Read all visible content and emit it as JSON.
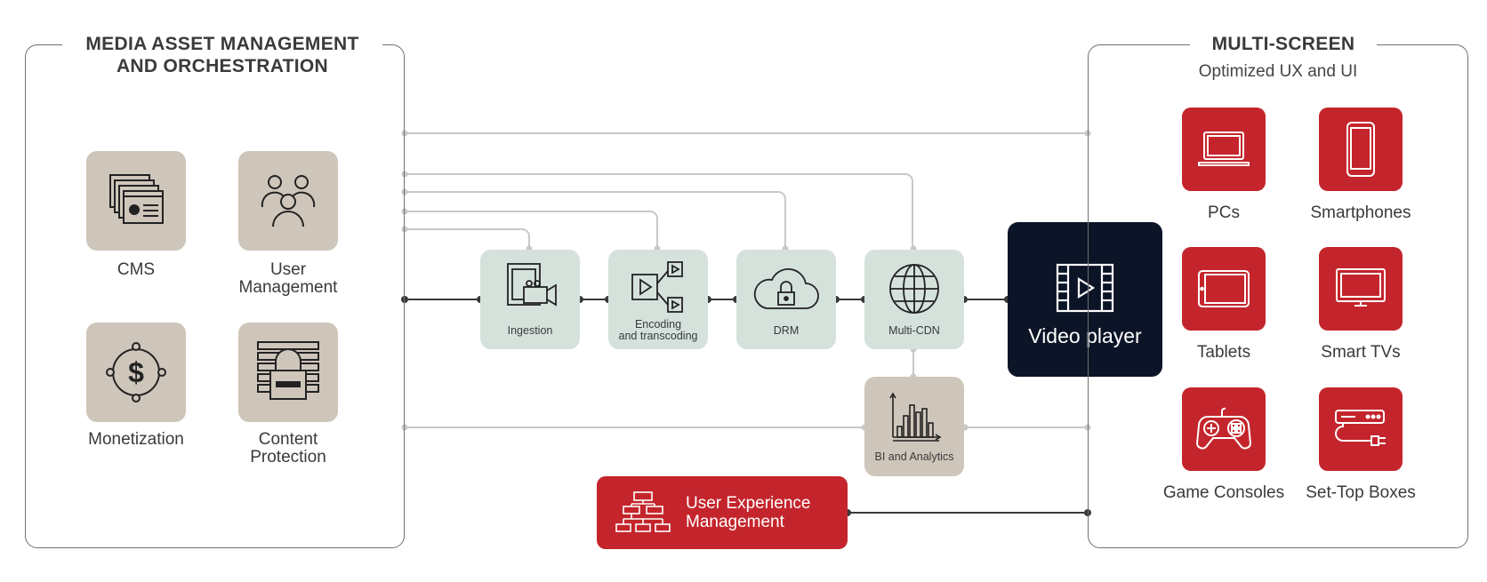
{
  "left_panel": {
    "title_line1": "MEDIA ASSET MANAGEMENT",
    "title_line2": "AND ORCHESTRATION",
    "tiles": [
      {
        "label": "CMS",
        "icon": "cms-windows-gear-icon"
      },
      {
        "label_line1": "User",
        "label_line2": "Management",
        "icon": "user-group-icon"
      },
      {
        "label": "Monetization",
        "icon": "dollar-circle-icon"
      },
      {
        "label_line1": "Content",
        "label_line2": "Protection",
        "icon": "padlock-wall-icon"
      }
    ]
  },
  "pipeline": [
    {
      "label": "Ingestion",
      "icon": "ingestion-camera-icon"
    },
    {
      "label_line1": "Encoding",
      "label_line2": "and transcoding",
      "icon": "encoding-play-icon"
    },
    {
      "label": "DRM",
      "icon": "cloud-lock-icon"
    },
    {
      "label": "Multi-CDN",
      "icon": "globe-icon"
    }
  ],
  "analytics": {
    "label": "BI and Analytics",
    "icon": "bar-chart-icon"
  },
  "video_player": {
    "label": "Video player",
    "icon": "film-play-icon"
  },
  "ux_management": {
    "label_line1": "User Experience",
    "label_line2": "Management",
    "icon": "sitemap-icon"
  },
  "right_panel": {
    "title": "MULTI-SCREEN",
    "subtitle": "Optimized UX and UI",
    "devices": [
      {
        "label": "PCs",
        "icon": "laptop-icon"
      },
      {
        "label": "Smartphones",
        "icon": "smartphone-icon"
      },
      {
        "label": "Tablets",
        "icon": "tablet-icon"
      },
      {
        "label": "Smart TVs",
        "icon": "tv-icon"
      },
      {
        "label": "Game Consoles",
        "icon": "gamepad-icon"
      },
      {
        "label": "Set-Top Boxes",
        "icon": "settop-box-icon"
      }
    ]
  },
  "colors": {
    "accent_red": "#c4252c",
    "beige": "#cfc6bb",
    "pipeline_green": "#d4e2db",
    "player_navy": "#0c1527",
    "connector_light": "#c8c8c8",
    "connector_dark": "#3a3a3a"
  }
}
